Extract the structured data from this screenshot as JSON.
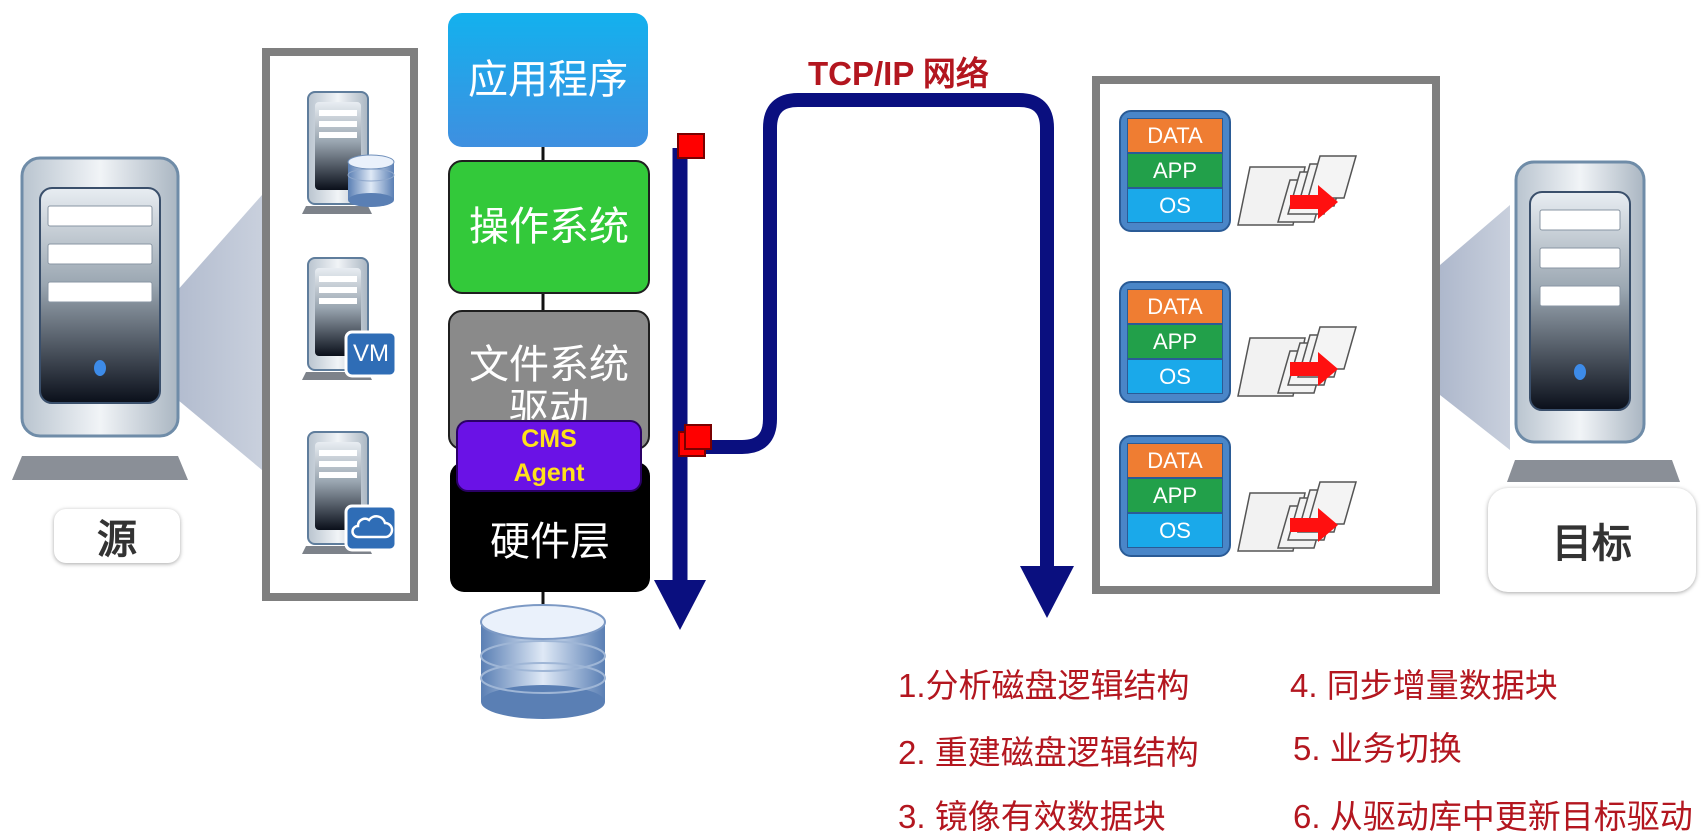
{
  "stack": {
    "app": "应用程序",
    "os": "操作系统",
    "fs_line1": "文件系统",
    "fs_line2": "驱动",
    "agent_line1": "CMS",
    "agent_line2": "Agent",
    "hardware": "硬件层"
  },
  "source_label": "源",
  "target_label": "目标",
  "network_label": "TCP/IP 网络",
  "vm_badge": "VM",
  "vm_layers": {
    "data": "DATA",
    "app": "APP",
    "os": "OS"
  },
  "steps": [
    "1.分析磁盘逻辑结构",
    "2. 重建磁盘逻辑结构",
    "3. 镜像有效数据块",
    "4. 同步增量数据块",
    "5. 业务切换",
    "6. 从驱动库中更新目标驱动"
  ],
  "colors": {
    "app": "#1e9fe6",
    "os": "#33c93a",
    "fs": "#8a8a8a",
    "agent": "#6a12e6",
    "agent_text": "#ffe21a",
    "hardware": "#000000",
    "network": "#0a0f7f",
    "step_text": "#b3161f",
    "layer_data": "#ef7d32",
    "layer_app": "#22a04a",
    "layer_os": "#1aa9ea"
  },
  "icons": [
    "server-icon",
    "database-icon",
    "cloud-icon",
    "document-icon",
    "arrow-right-icon"
  ]
}
